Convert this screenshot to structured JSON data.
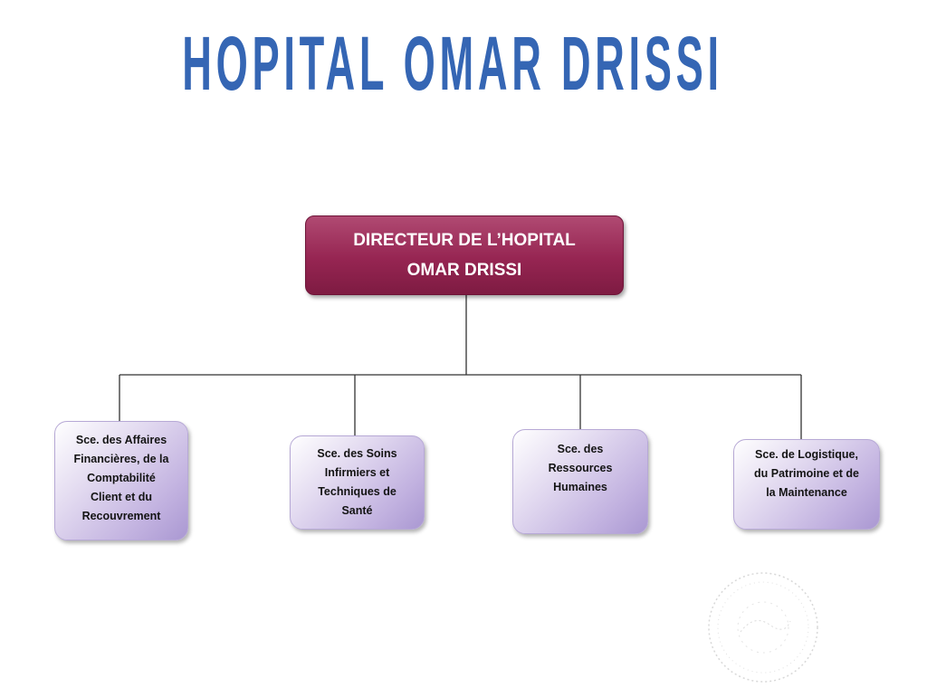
{
  "header": {
    "title": "HOPITAL OMAR DRISSI"
  },
  "org_chart": {
    "director": {
      "label": "DIRECTEUR DE L’HOPITAL\nOMAR DRISSI"
    },
    "services": [
      {
        "label": "Sce. des Affaires\nFinancières, de la\nComptabilité\nClient et du\nRecouvrement"
      },
      {
        "label": "Sce. des Soins\nInfirmiers et\nTechniques de\nSanté"
      },
      {
        "label": "Sce. des\nRessources\nHumaines"
      },
      {
        "label": "Sce. de Logistique,\ndu Patrimoine et de\nla Maintenance"
      }
    ]
  },
  "colors": {
    "title": "#3566b4",
    "director_fill": "#962552",
    "service_fill": "#c2b2e0",
    "connector": "#333333"
  }
}
